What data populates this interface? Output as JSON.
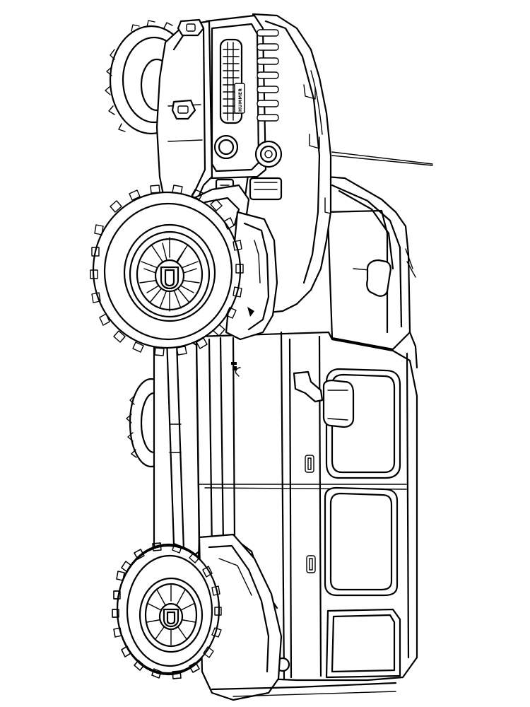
{
  "image": {
    "subject": "vehicle-line-drawing",
    "style": "black-line-art",
    "background_color": "#ffffff",
    "line_color": "#000000"
  },
  "vehicle": {
    "grille_badge_text": "HUMMER"
  }
}
